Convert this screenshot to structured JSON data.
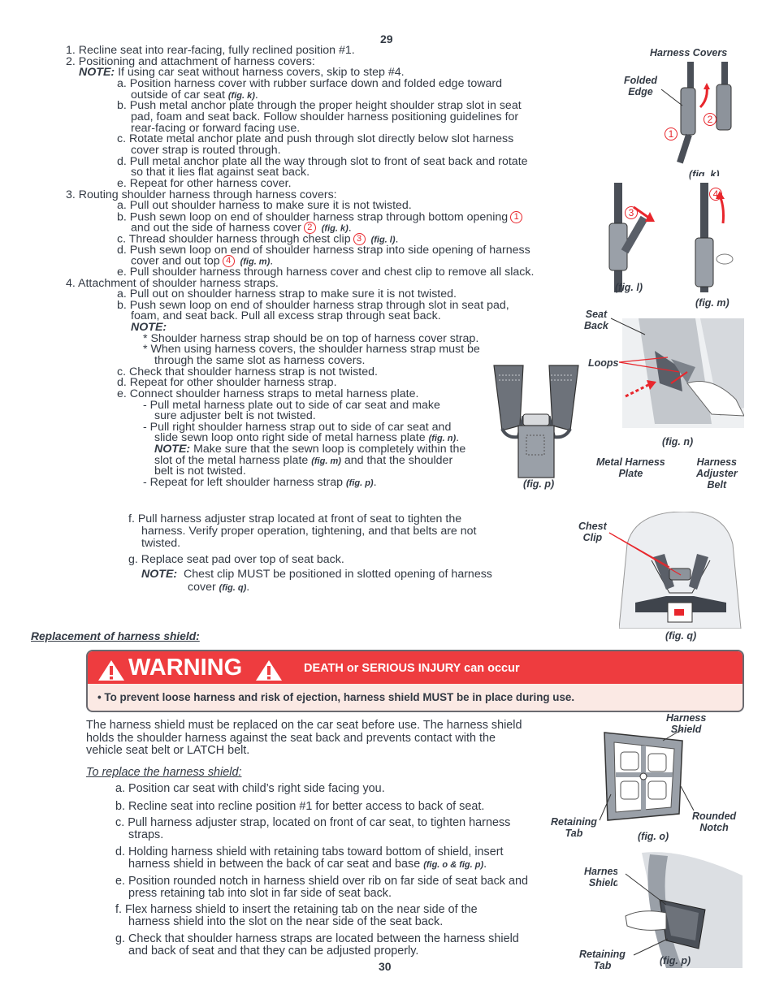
{
  "page": {
    "top_number": "29",
    "bottom_number": "30"
  },
  "section1": {
    "s1": "1. Recline seat into rear-facing, fully reclined position #1.",
    "s2": "2. Positioning and attachment of harness covers:",
    "s2_note_label": "NOTE:",
    "s2_note": "If using car seat without harness covers, skip to step #4.",
    "s2a_1": "a. Position harness cover with rubber surface down and folded edge toward",
    "s2a_2": "outside of car seat",
    "s2a_fig": "(fig. k)",
    "s2b_1": "b. Push metal anchor plate through the proper height shoulder strap slot in seat",
    "s2b_2": "pad, foam and seat back. Follow shoulder harness positioning guidelines for",
    "s2b_3": "rear-facing or forward facing use.",
    "s2c_1": "c. Rotate metal anchor plate and push through slot directly below slot harness",
    "s2c_2": "cover strap is routed through.",
    "s2d_1": "d. Pull metal anchor plate all the way through slot to front of seat back and rotate",
    "s2d_2": "so that it lies flat against seat back.",
    "s2e": "e. Repeat for other harness cover.",
    "s3": "3. Routing shoulder harness through harness covers:",
    "s3a": "a. Pull out shoulder harness to make sure it is not twisted.",
    "s3b_1": "b. Push sewn loop on end of shoulder harness strap through bottom opening",
    "s3b_2": "and out the side of harness cover",
    "s3b_fig": "(fig. k)",
    "s3c": "c. Thread shoulder harness through chest clip",
    "s3c_fig": "(fig. l)",
    "s3d_1": "d. Push sewn loop on end of shoulder harness strap into side opening of harness",
    "s3d_2": "cover and out top",
    "s3d_fig": "(fig. m)",
    "s3e": "e. Pull shoulder harness through harness cover and chest clip to remove all slack.",
    "s4": "4. Attachment of shoulder harness straps.",
    "s4a": "a. Pull out on shoulder harness strap to make sure it is not twisted.",
    "s4b_1": "b. Push sewn loop on end of shoulder harness strap through slot in seat pad,",
    "s4b_2": "foam, and seat back. Pull all excess strap through seat back.",
    "s4b_note": "NOTE:",
    "s4b_star1": "*  Shoulder harness strap should be on top of harness cover strap.",
    "s4b_star2_1": "*  When using harness covers, the shoulder harness strap must be",
    "s4b_star2_2": "through the same slot as harness covers.",
    "s4c": "c. Check that shoulder harness strap is not twisted.",
    "s4d": "d. Repeat for other shoulder harness strap.",
    "s4e": "e. Connect shoulder harness straps to metal harness plate.",
    "s4e1_1": "-  Pull metal harness plate out to side of car seat and make",
    "s4e1_2": "sure adjuster belt is not twisted.",
    "s4e2_1": "-  Pull right shoulder harness strap out to side of car seat and",
    "s4e2_2": "slide sewn loop onto right side of metal harness plate",
    "s4e2_fig": "(fig. n)",
    "s4e2_note": "NOTE:",
    "s4e2_note_1": "Make sure that the sewn loop is completely within the",
    "s4e2_note_2a": "slot of the metal harness plate",
    "s4e2_note_fig": "(fig. m)",
    "s4e2_note_2b": "and that the shoulder",
    "s4e2_note_3": "belt is not twisted.",
    "s4e3": "-  Repeat for left shoulder harness strap",
    "s4e3_fig": "(fig. p)",
    "sf_1": "f.  Pull harness adjuster strap located at front of seat to tighten the",
    "sf_2": "harness. Verify proper operation, tightening, and that belts are not",
    "sf_3": "twisted.",
    "sg": "g. Replace seat pad over top of seat back.",
    "sg_note": "NOTE:",
    "sg_note_1": "Chest clip MUST be positioned in slotted opening of harness",
    "sg_note_2": "cover",
    "sg_note_fig": "(fig. q)"
  },
  "markers": [
    "1",
    "2",
    "3",
    "4"
  ],
  "figures": {
    "k_title": "Harness Covers",
    "k_folded_1": "Folded",
    "k_folded_2": "Edge",
    "k_caption": "(fig. k)",
    "l_caption": "(fig. l)",
    "m_caption": "(fig. m)",
    "n_seat_1": "Seat",
    "n_seat_2": "Back",
    "n_loops": "Loops",
    "n_caption": "(fig. n)",
    "n_plate_1": "Metal Harness",
    "n_plate_2": "Plate",
    "n_adj_1": "Harness",
    "n_adj_2": "Adjuster",
    "n_adj_3": "Belt",
    "p_caption": "(fig. p)",
    "q_chest_1": "Chest",
    "q_chest_2": "Clip",
    "q_caption": "(fig. q)",
    "o_shield_1": "Harness",
    "o_shield_2": "Shield",
    "o_tab_1": "Retaining",
    "o_tab_2": "Tab",
    "o_caption": "(fig. o)",
    "o_notch_1": "Rounded",
    "o_notch_2": "Notch",
    "p2_shield_1": "Harness",
    "p2_shield_2": "Shield",
    "p2_tab_1": "Retaining",
    "p2_tab_2": "Tab",
    "p2_caption": "(fig. p)"
  },
  "replacement_heading": "Replacement of harness shield:",
  "warning": {
    "title": "WARNING",
    "subtitle": "DEATH or SERIOUS INJURY can occur",
    "body": "•  To prevent loose harness and risk of ejection, harness shield MUST be in place during use.",
    "color_header": "#ee3c3f",
    "color_body": "#fbe9e4"
  },
  "section2": {
    "intro_1": "The harness shield must be replaced on the car seat before use. The harness shield",
    "intro_2": "holds the shoulder harness against the seat back and prevents contact with the",
    "intro_3": "vehicle seat belt or LATCH belt.",
    "subhead": "To replace the harness shield:",
    "a": "a. Position car seat with child’s right side facing you.",
    "b": "b. Recline seat into recline position #1 for better access to back of seat.",
    "c_1": "c. Pull harness adjuster strap, located on front of car seat, to tighten harness",
    "c_2": "straps.",
    "d_1": "d. Holding harness shield with retaining tabs toward bottom of shield, insert",
    "d_2": "harness shield in between the back of car seat and base",
    "d_fig": "(fig. o & fig. p)",
    "e_1": "e. Position rounded notch in harness shield over rib on far side of seat back and",
    "e_2": "press retaining tab into slot in far side of seat back.",
    "f_1": "f.  Flex harness shield to insert the retaining tab on the near side of the",
    "f_2": "harness shield into the slot on the near side of the seat back.",
    "g_1": "g. Check that shoulder harness straps are located between the harness shield",
    "g_2": "and back of seat and that they can be adjusted properly."
  }
}
